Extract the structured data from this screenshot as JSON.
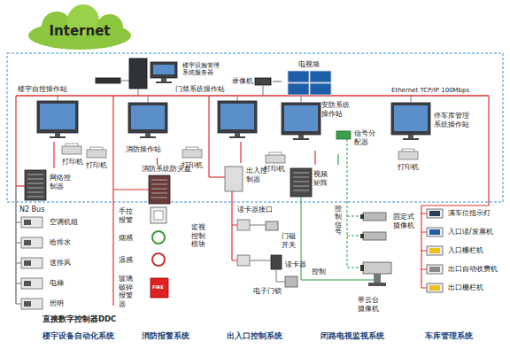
{
  "diagram": {
    "nodes": [
      {
        "text": [
          "Internet"
        ]
      },
      {
        "text": [
          "楼宇设施管理系统服务器"
        ]
      },
      {
        "text": [
          "楼宇自控操作站"
        ]
      },
      {
        "text": [
          "录像机"
        ]
      },
      {
        "text": [
          "电视墙"
        ]
      },
      {
        "text": [
          "门禁系统操作站"
        ]
      },
      {
        "text": [
          "消防操作站"
        ]
      },
      {
        "text": [
          "安防系统操作站"
        ]
      },
      {
        "text": [
          "停车库管理系统操作站"
        ]
      },
      {
        "text": [
          "信号分配器"
        ]
      },
      {
        "text": [
          "网络控制器"
        ]
      },
      {
        "text": [
          "消防系统防灾盘"
        ]
      },
      {
        "text": [
          "出入控制器"
        ]
      },
      {
        "text": [
          "视频矩阵"
        ]
      }
    ],
    "edges": [
      {
        "from": 3,
        "to": 4,
        "arrow": "none"
      },
      {
        "from": 2,
        "to": 10,
        "arrow": "none"
      },
      {
        "from": 6,
        "to": 11,
        "arrow": "none"
      },
      {
        "from": 5,
        "to": 12,
        "arrow": "none"
      },
      {
        "from": 7,
        "to": 13,
        "arrow": "none"
      },
      {
        "from": 13,
        "to": 9,
        "arrow": "none"
      }
    ],
    "labels": [
      "Ethernet TCP/IP 100Mbps",
      "打印机",
      "打印机",
      "打印机",
      "打印机",
      "打印机",
      "N2 Bus",
      "空调机组",
      "给排水",
      "送排风",
      "电梯",
      "照明",
      "手拉报警",
      "烟感",
      "温感",
      "玻璃破碎报警器",
      "读卡器接口",
      "监视控制模块",
      "门磁开关",
      "读卡器",
      "电子门锁",
      "控制信号",
      "控制",
      "固定式摄像机",
      "带云台摄像机",
      "满车位指示灯",
      "入口读/发票机",
      "入口栅栏机",
      "出口自动收费机",
      "出口栅栏机",
      "直接数字控制器DDC",
      "楼宇设备自动化系统",
      "消防报警系统",
      "出入口控制系统",
      "闭路电视监视系统",
      "车库管理系统",
      "FIRE"
    ]
  }
}
